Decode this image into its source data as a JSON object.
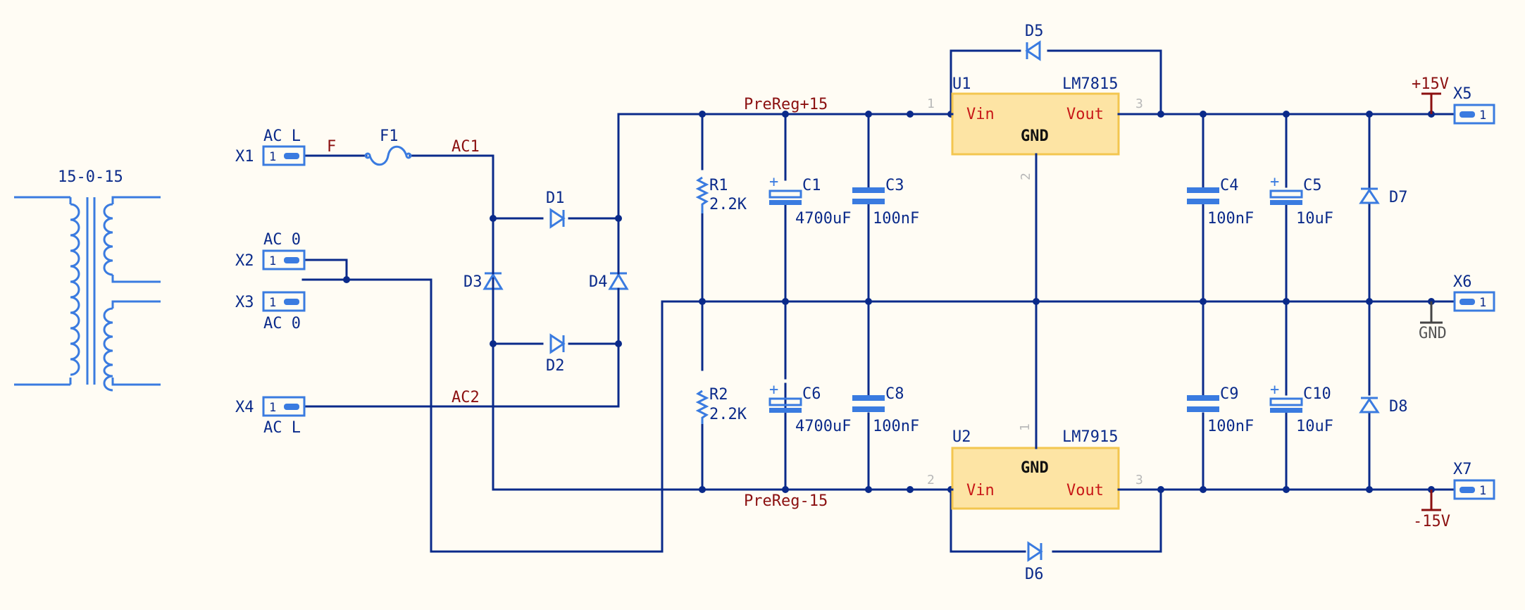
{
  "transformer": {
    "value": "15-0-15"
  },
  "connectors": {
    "x1": {
      "ref": "X1",
      "label": "AC L",
      "pin": "1"
    },
    "x2": {
      "ref": "X2",
      "label": "AC 0",
      "pin": "1"
    },
    "x3": {
      "ref": "X3",
      "label": "AC 0",
      "pin": "1"
    },
    "x4": {
      "ref": "X4",
      "label": "AC L",
      "pin": "1"
    },
    "x5": {
      "ref": "X5",
      "pin": "1"
    },
    "x6": {
      "ref": "X6",
      "pin": "1"
    },
    "x7": {
      "ref": "X7",
      "pin": "1"
    }
  },
  "fuse": {
    "ref": "F1"
  },
  "nets": {
    "f": "F",
    "ac1": "AC1",
    "ac2": "AC2",
    "prereg_pos": "PreReg+15",
    "prereg_neg": "PreReg-15"
  },
  "diodes": {
    "d1": "D1",
    "d2": "D2",
    "d3": "D3",
    "d4": "D4",
    "d5": "D5",
    "d6": "D6",
    "d7": "D7",
    "d8": "D8"
  },
  "resistors": {
    "r1": {
      "ref": "R1",
      "value": "2.2K"
    },
    "r2": {
      "ref": "R2",
      "value": "2.2K"
    }
  },
  "capacitors": {
    "c1": {
      "ref": "C1",
      "value": "4700uF"
    },
    "c3": {
      "ref": "C3",
      "value": "100nF"
    },
    "c4": {
      "ref": "C4",
      "value": "100nF"
    },
    "c5": {
      "ref": "C5",
      "value": "10uF"
    },
    "c6": {
      "ref": "C6",
      "value": "4700uF"
    },
    "c8": {
      "ref": "C8",
      "value": "100nF"
    },
    "c9": {
      "ref": "C9",
      "value": "100nF"
    },
    "c10": {
      "ref": "C10",
      "value": "10uF"
    }
  },
  "regulators": {
    "u1": {
      "ref": "U1",
      "value": "LM7815",
      "vin": "Vin",
      "vout": "Vout",
      "gnd": "GND",
      "pin_in": "1",
      "pin_gnd": "2",
      "pin_out": "3"
    },
    "u2": {
      "ref": "U2",
      "value": "LM7915",
      "vin": "Vin",
      "vout": "Vout",
      "gnd": "GND",
      "pin_in": "2",
      "pin_gnd": "1",
      "pin_out": "3"
    }
  },
  "power": {
    "pos": "+15V",
    "neg": "-15V",
    "gnd": "GND"
  },
  "plus_mark": "+"
}
